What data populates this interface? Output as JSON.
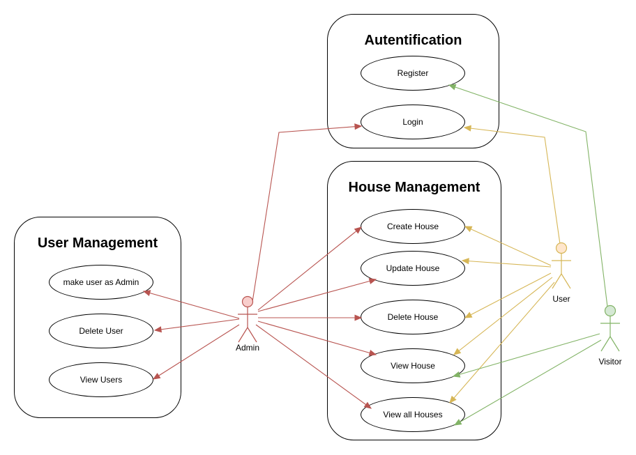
{
  "colors": {
    "admin": "#b85450",
    "admin_fill": "#f8cecc",
    "user": "#d6b656",
    "user_fill": "#ffe6cc",
    "visitor": "#82b366",
    "visitor_fill": "#d5e8d4"
  },
  "boundaries": {
    "auth": {
      "title": "Autentification"
    },
    "house": {
      "title": "House Management"
    },
    "users": {
      "title": "User Management"
    }
  },
  "usecases": {
    "register": "Register",
    "login": "Login",
    "create_house": "Create House",
    "update_house": "Update House",
    "delete_house": "Delete House",
    "view_house": "View House",
    "view_all_houses": "View all Houses",
    "make_admin": "make user as Admin",
    "delete_user": "Delete User",
    "view_users": "View Users"
  },
  "actors": {
    "admin": "Admin",
    "user": "User",
    "visitor": "Visitor"
  },
  "associations": [
    {
      "from": "admin",
      "to": "login"
    },
    {
      "from": "admin",
      "to": "create_house"
    },
    {
      "from": "admin",
      "to": "update_house"
    },
    {
      "from": "admin",
      "to": "delete_house"
    },
    {
      "from": "admin",
      "to": "view_house"
    },
    {
      "from": "admin",
      "to": "view_all_houses"
    },
    {
      "from": "admin",
      "to": "make_admin"
    },
    {
      "from": "admin",
      "to": "delete_user"
    },
    {
      "from": "admin",
      "to": "view_users"
    },
    {
      "from": "user",
      "to": "login"
    },
    {
      "from": "user",
      "to": "create_house"
    },
    {
      "from": "user",
      "to": "update_house"
    },
    {
      "from": "user",
      "to": "delete_house"
    },
    {
      "from": "user",
      "to": "view_house"
    },
    {
      "from": "user",
      "to": "view_all_houses"
    },
    {
      "from": "visitor",
      "to": "register"
    },
    {
      "from": "visitor",
      "to": "view_house"
    },
    {
      "from": "visitor",
      "to": "view_all_houses"
    }
  ]
}
